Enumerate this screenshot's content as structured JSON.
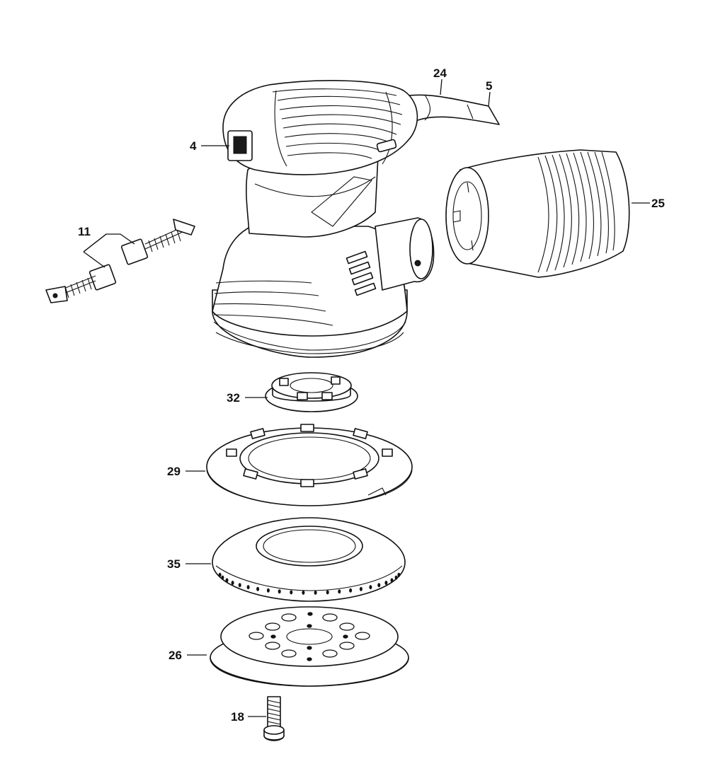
{
  "callouts": [
    {
      "id": "24",
      "text": "24"
    },
    {
      "id": "5",
      "text": "5"
    },
    {
      "id": "4",
      "text": "4"
    },
    {
      "id": "25",
      "text": "25"
    },
    {
      "id": "11",
      "text": "11"
    },
    {
      "id": "32",
      "text": "32"
    },
    {
      "id": "29",
      "text": "29"
    },
    {
      "id": "35",
      "text": "35"
    },
    {
      "id": "26",
      "text": "26"
    },
    {
      "id": "18",
      "text": "18"
    }
  ]
}
